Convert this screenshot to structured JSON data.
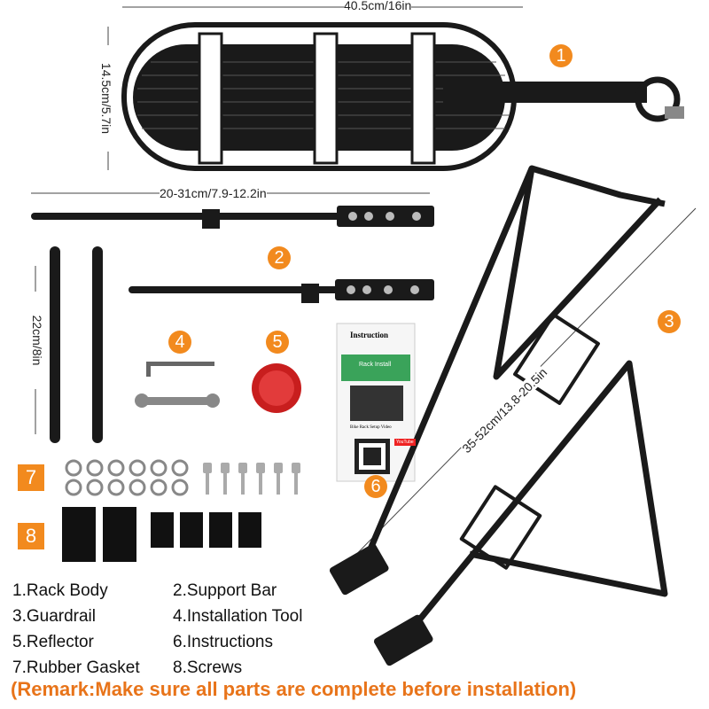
{
  "dimensions": {
    "rack_length": "40.5cm/16in",
    "rack_width": "14.5cm/5.7in",
    "support_bar": "20-31cm/7.9-12.2in",
    "short_bar": "22cm/8in",
    "guardrail": "35-52cm/13.8-20.5in"
  },
  "badges": [
    "1",
    "2",
    "3",
    "4",
    "5",
    "6",
    "7",
    "8"
  ],
  "legend": [
    "1.Rack Body",
    "2.Support Bar",
    "3.Guardrail",
    "4.Installation Tool",
    "5.Reflector",
    "6.Instructions",
    "7.Rubber Gasket",
    "8.Screws"
  ],
  "instruction_card": {
    "title": "Instruction",
    "subtitle": "Rack Install",
    "caption": "Bike Rack Setup Video",
    "logo": "YouTube"
  },
  "remark": "(Remark:Make sure all parts are complete before installation)",
  "colors": {
    "accent": "#f28a1e",
    "remark": "#e8741a",
    "metal": "#1a1a1a"
  }
}
